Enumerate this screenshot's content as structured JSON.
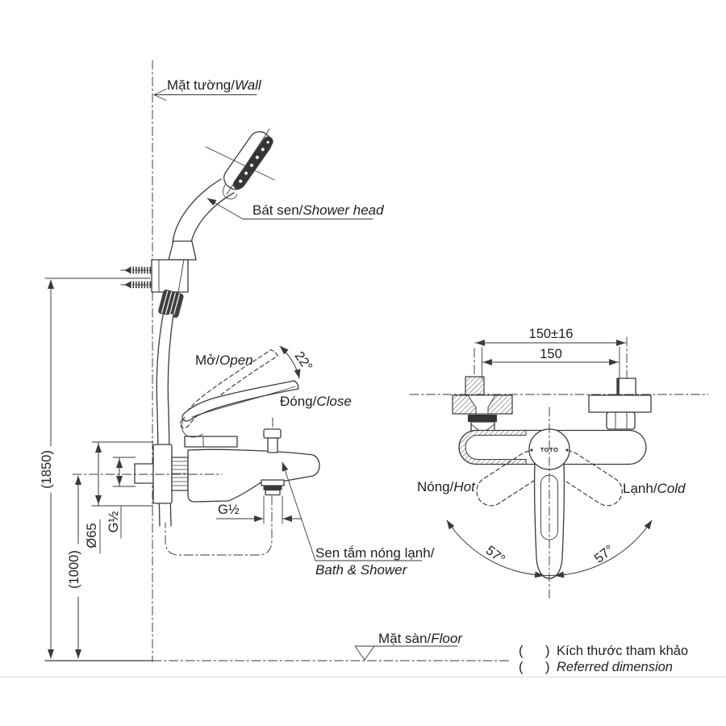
{
  "labels": {
    "wall": {
      "vi": "Mặt tường/",
      "en": "Wall"
    },
    "shower_head": {
      "vi": "Bát sen/",
      "en": "Shower head"
    },
    "open": {
      "vi": "Mở/",
      "en": "Open"
    },
    "close": {
      "vi": "Đóng/",
      "en": "Close"
    },
    "bath_shower": {
      "vi": "Sen tắm nóng lạnh/",
      "en": "Bath & Shower"
    },
    "floor": {
      "vi": "Mặt sàn/",
      "en": "Floor"
    },
    "hot": {
      "vi": "Nóng/",
      "en": "Hot"
    },
    "cold": {
      "vi": "Lạnh/",
      "en": "Cold"
    }
  },
  "dimensions": {
    "mount_height": "(1850)",
    "faucet_height": "(1000)",
    "flange_diameter": "Ø65",
    "inlet_thread": "G½",
    "outlet_thread": "G½",
    "open_angle": "22°",
    "swing_left": "57°",
    "swing_right": "57°",
    "center_distance_adjustable": "150±16",
    "center_distance": "150"
  },
  "brand": "TOTO",
  "notes": {
    "vi": {
      "prefix": "(      )",
      "text": "Kích thước tham khảo"
    },
    "en": {
      "prefix": "(      )",
      "text": "Referred dimension"
    }
  },
  "colors": {
    "line": "#3a3a3a",
    "text": "#1f1f1f",
    "background": "#ffffff"
  }
}
